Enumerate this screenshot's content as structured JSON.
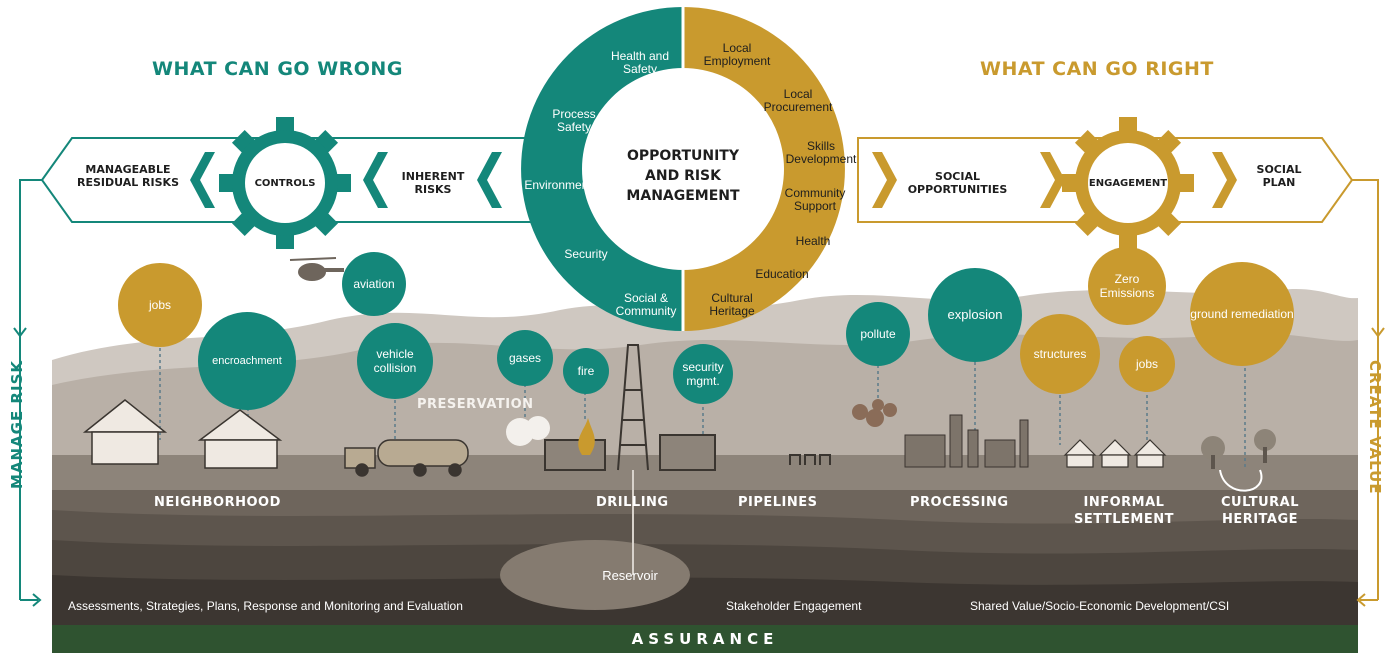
{
  "headers": {
    "wrong": "WHAT CAN GO WRONG",
    "right": "WHAT CAN GO RIGHT"
  },
  "side": {
    "left": "MANAGE RISK",
    "right": "CREATE VALUE"
  },
  "left_flow": {
    "residual": "MANAGEABLE RESIDUAL RISKS",
    "controls": "CONTROLS",
    "inherent": "INHERENT RISKS"
  },
  "right_flow": {
    "social_opportunities": "SOCIAL OPPORTUNITIES",
    "engagement": "ENGAGEMENT",
    "social_plan": "SOCIAL PLAN"
  },
  "center": {
    "title": "OPPORTUNITY AND RISK MANAGEMENT"
  },
  "risk_areas": [
    "Health and Safety",
    "Process Safety",
    "Environment",
    "Security",
    "Social & Community"
  ],
  "opportunity_areas": [
    "Local Employment",
    "Local Procurement",
    "Skills Development",
    "Community Support",
    "Health",
    "Education",
    "Cultural Heritage"
  ],
  "bubbles": [
    "jobs",
    "encroachment",
    "aviation",
    "vehicle collision",
    "gases",
    "fire",
    "security mgmt.",
    "pollute",
    "explosion",
    "Zero Emissions",
    "structures",
    "jobs",
    "ground remediation"
  ],
  "scene": {
    "preservation": "PRESERVATION",
    "reservoir": "Reservoir"
  },
  "sites": [
    "NEIGHBORHOOD",
    "DRILLING",
    "PIPELINES",
    "PROCESSING",
    "INFORMAL SETTLEMENT",
    "CULTURAL HERITAGE"
  ],
  "footer": {
    "left": "Assessments, Strategies, Plans, Response and Monitoring and Evaluation",
    "middle": "Stakeholder Engagement",
    "right": "Shared Value/Socio-Economic Development/CSI"
  },
  "assurance": "ASSURANCE",
  "colors": {
    "teal": "#14877a",
    "gold": "#c99a2e",
    "green": "#2f5330"
  }
}
